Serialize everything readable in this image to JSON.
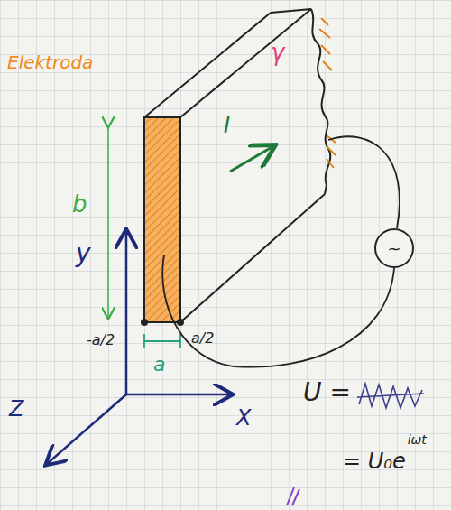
{
  "diagram": {
    "nodes": [
      {
        "text": [
          "~"
        ]
      }
    ],
    "labels": [
      "Elektroda",
      "γ",
      "I",
      "b",
      "y",
      "-a/2",
      "a/2",
      "a",
      "Z",
      "X",
      "U =",
      "= U₀e",
      "iωt"
    ]
  }
}
